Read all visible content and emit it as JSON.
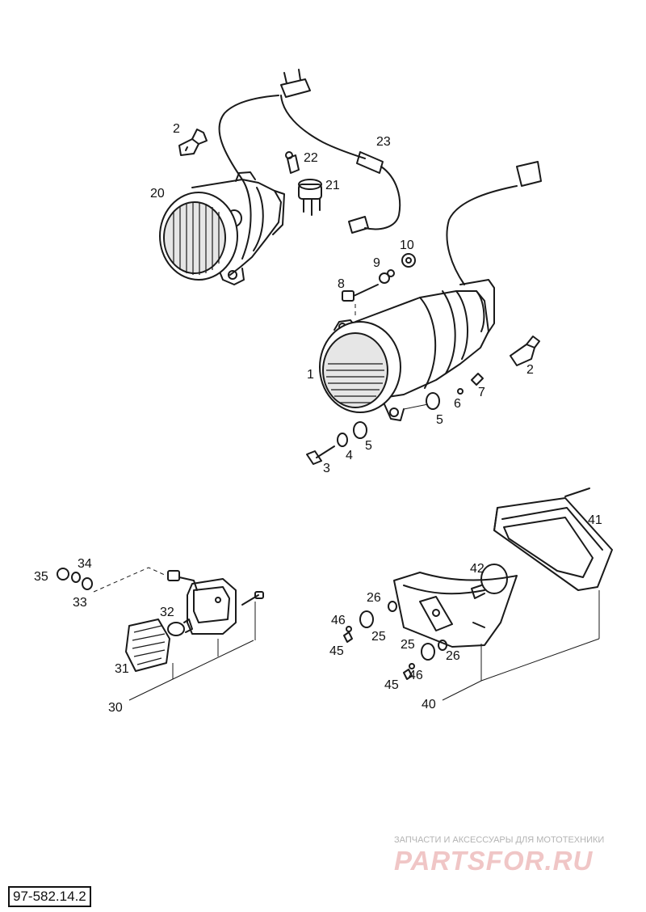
{
  "diagram": {
    "code": "97-582.14.2",
    "watermark": {
      "caption": "ЗАПЧАСТИ И АКСЕССУАРЫ ДЛЯ МОТОТЕХНИКИ",
      "logo": "PARTSFOR.RU"
    },
    "labels": {
      "l2a": "2",
      "l23": "23",
      "l22": "22",
      "l21": "21",
      "l20": "20",
      "l10": "10",
      "l9": "9",
      "l8": "8",
      "l1": "1",
      "l2b": "2",
      "l7": "7",
      "l6": "6",
      "l5a": "5",
      "l5b": "5",
      "l4": "4",
      "l3": "3",
      "l41": "41",
      "l42": "42",
      "l35": "35",
      "l34": "34",
      "l33": "33",
      "l32": "32",
      "l31": "31",
      "l30": "30",
      "l26a": "26",
      "l46a": "46",
      "l25a": "25",
      "l45a": "45",
      "l25b": "25",
      "l26b": "26",
      "l46b": "46",
      "l45b": "45",
      "l40": "40"
    }
  }
}
